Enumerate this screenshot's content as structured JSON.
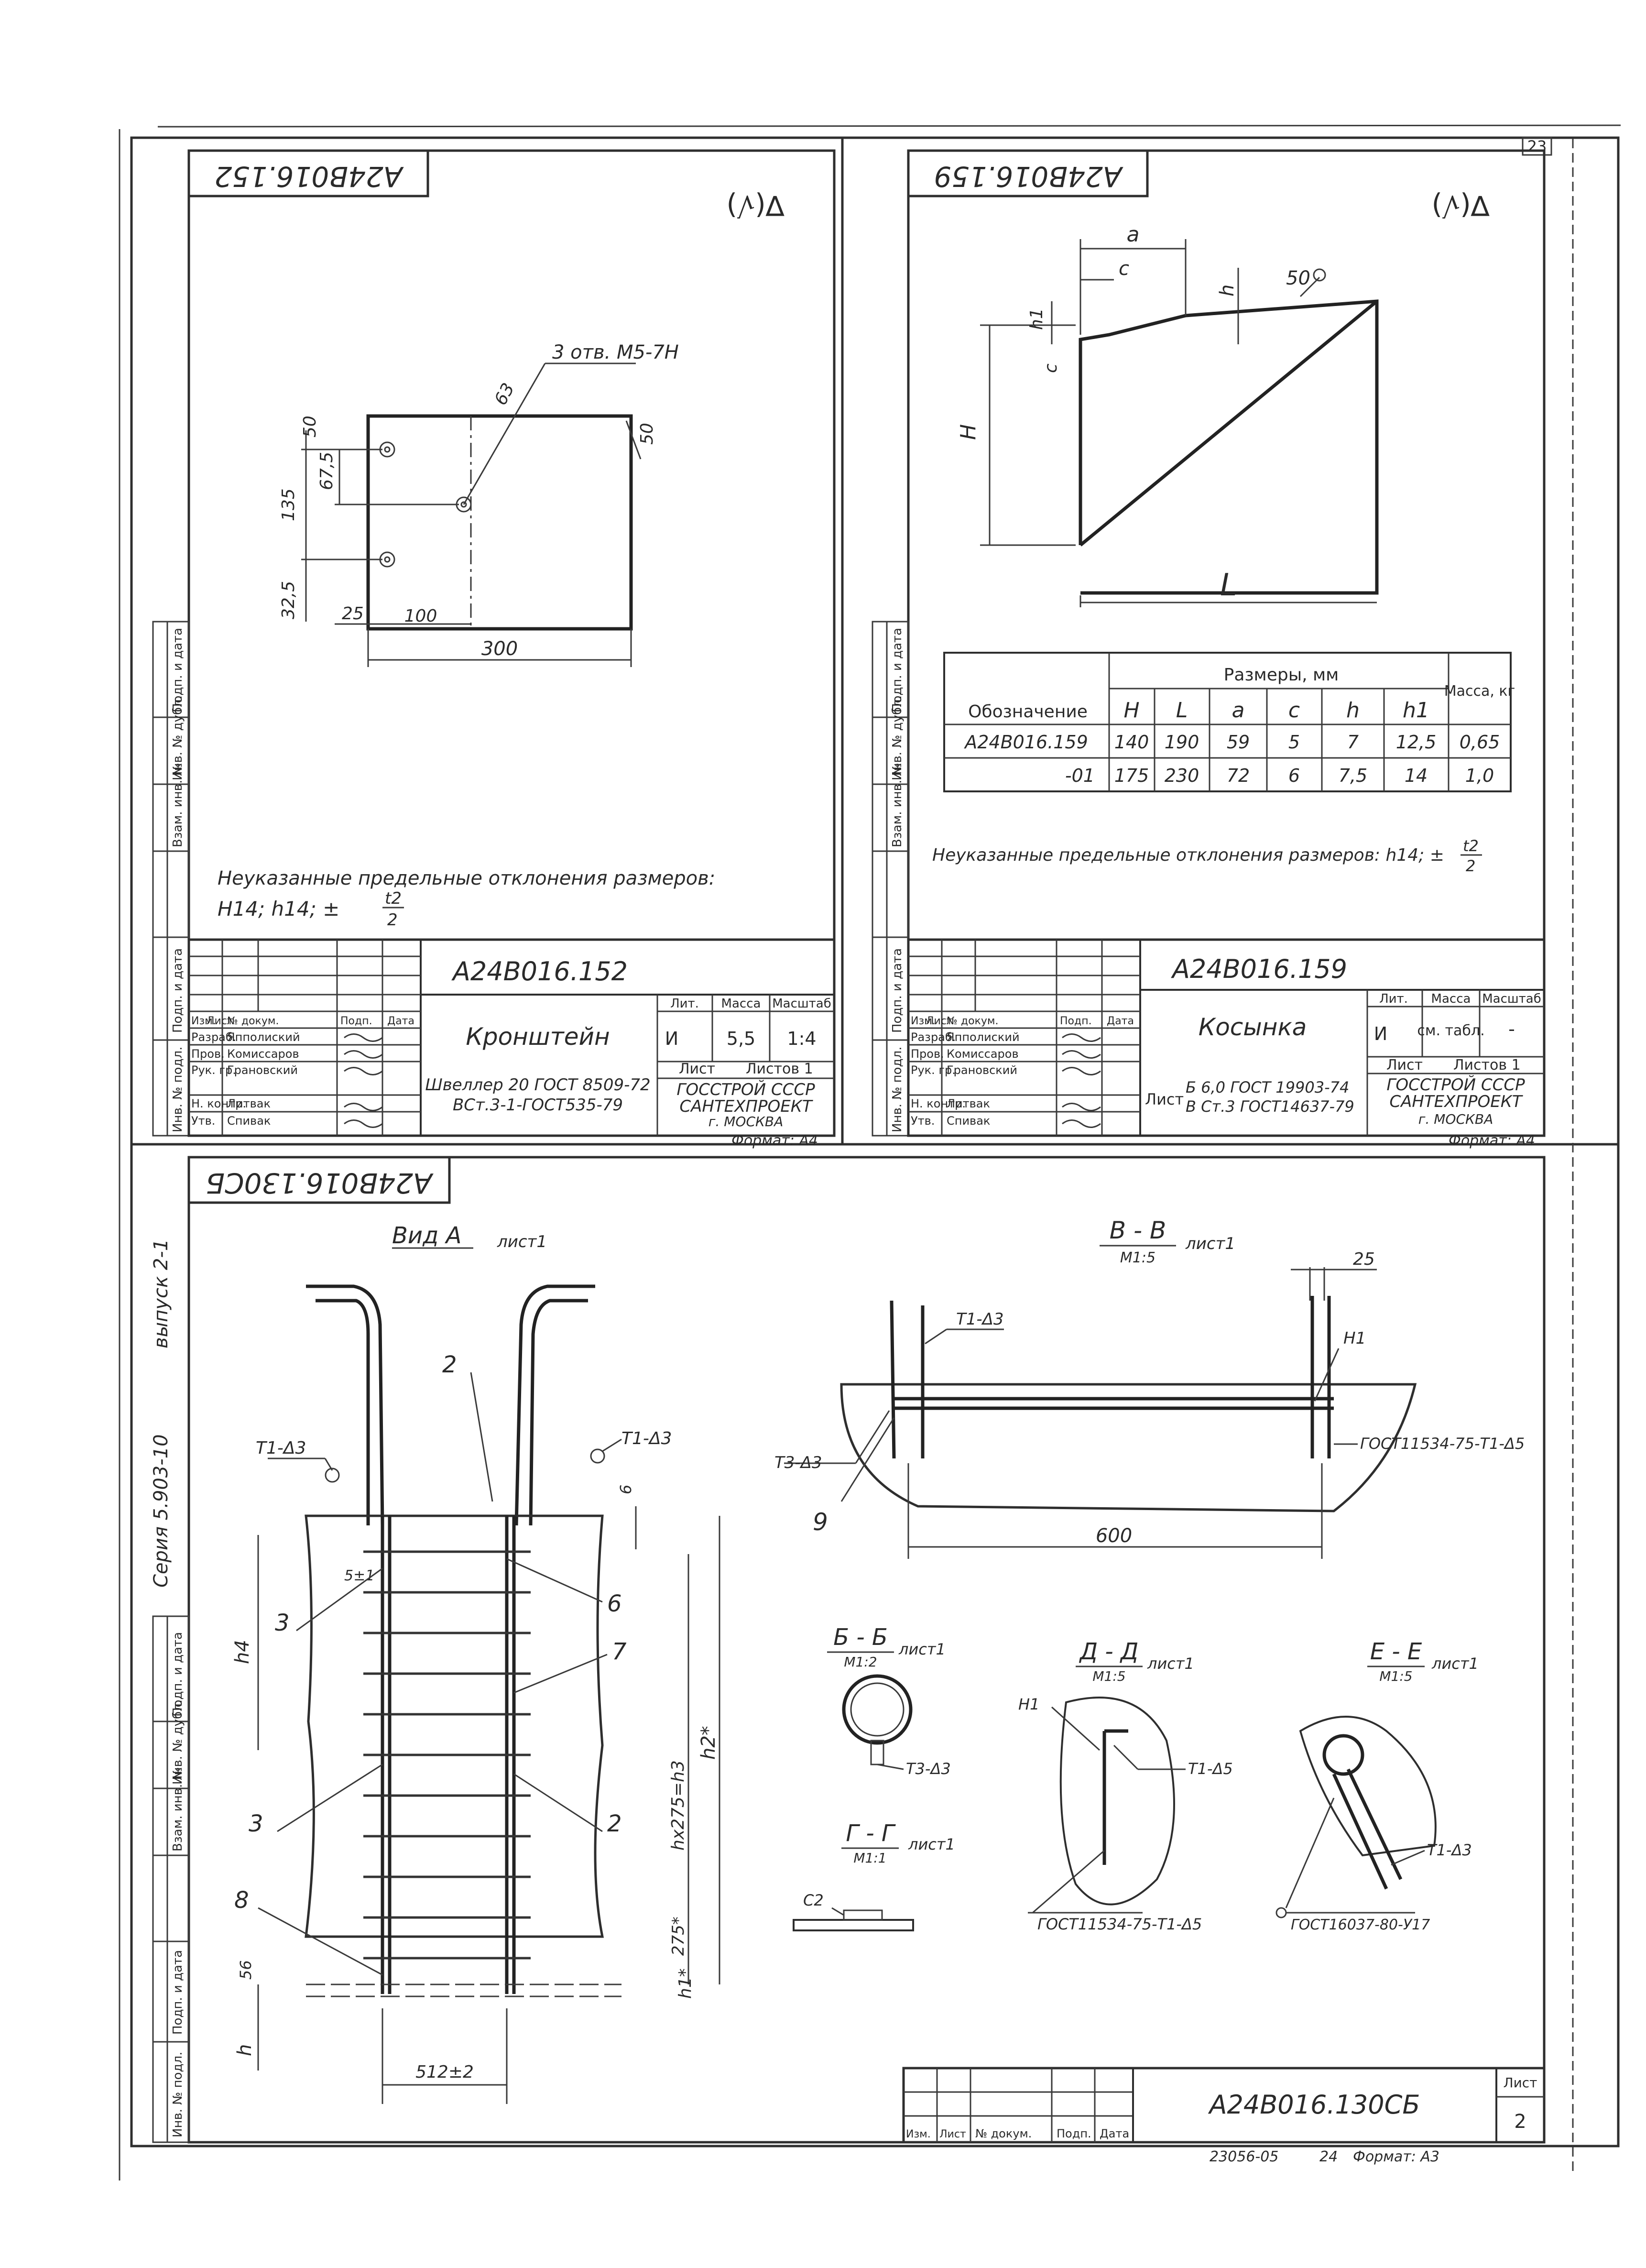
{
  "page_number": "23",
  "footer": {
    "archive_code": "23056-05",
    "sheet_index": "24",
    "format_bottom": "Формат: А3"
  },
  "panel_152": {
    "stamp": "А24В016.152",
    "roughness": "∇(√)",
    "hole_note": "3 отв. М5-7Н",
    "dims": {
      "d63": "63",
      "d50a": "50",
      "d50b": "50",
      "d675": "67,5",
      "d135": "135",
      "d325": "32,5",
      "d25": "25",
      "d100": "100",
      "d300": "300"
    },
    "note_line1": "Неуказанные предельные отклонения размеров:",
    "note_line2": "Н14; h14; ±",
    "note_frac_num": "t2",
    "note_frac_den": "2",
    "side_labels": [
      "Подп. и дата",
      "Инв. № дубл.",
      "Взам. инв. №",
      "Подп. и дата",
      "Инв. № подл."
    ],
    "tb": {
      "code": "А24В016.152",
      "name": "Кронштейн",
      "lit_h": "Лит.",
      "mass_h": "Масса",
      "scale_h": "Масштаб",
      "lit": "И",
      "mass": "5,5",
      "scale": "1:4",
      "material1": "Швеллер 20 ГОСТ 8509-72",
      "material2": "ВСт.3-1-ГОСТ535-79",
      "sheet": "Лист",
      "sheets": "Листов 1",
      "org1": "ГОССТРОЙ СССР",
      "org2": "САНТЕХПРОЕКТ",
      "org3": "г. МОСКВА",
      "format": "Формат: А4",
      "hdr": [
        "Изм.",
        "Лист",
        "№ докум.",
        "Подп.",
        "Дата"
      ],
      "rows": [
        [
          "Разраб.",
          "Япполиский"
        ],
        [
          "Пров.",
          "Комиссаров"
        ],
        [
          "Рук. гр.",
          "Грановский"
        ],
        [
          "Н. контр.",
          "Литвак"
        ],
        [
          "Утв.",
          "Спивак"
        ]
      ]
    }
  },
  "panel_159": {
    "stamp": "А24В016.159",
    "roughness": "∇(√)",
    "dims": {
      "a": "a",
      "c": "c",
      "h": "h",
      "h1": "h1",
      "c2": "c",
      "H": "H",
      "L": "L",
      "r50": "50"
    },
    "table": {
      "oboz_h": "Обозначение",
      "razm_h": "Размеры, мм",
      "massa_h": "Масса, кг",
      "cols": [
        "H",
        "L",
        "a",
        "c",
        "h",
        "h1"
      ],
      "rows": [
        [
          "А24В016.159",
          "140",
          "190",
          "59",
          "5",
          "7",
          "12,5",
          "0,65"
        ],
        [
          "-01",
          "175",
          "230",
          "72",
          "6",
          "7,5",
          "14",
          "1,0"
        ]
      ]
    },
    "note": "Неуказанные предельные отклонения размеров: h14; ±",
    "note_frac_num": "t2",
    "note_frac_den": "2",
    "side_labels": [
      "Подп. и дата",
      "Инв. № дубл.",
      "Взам. инв. №",
      "Подп. и дата",
      "Инв. № подл."
    ],
    "tb": {
      "code": "А24В016.159",
      "name": "Косынка",
      "lit_h": "Лит.",
      "mass_h": "Масса",
      "scale_h": "Масштаб",
      "lit": "И",
      "mass": "см. табл.",
      "scale": "-",
      "sheet": "Лист",
      "material1": "Б 6,0 ГОСТ 19903-74",
      "material2": "В Ст.3 ГОСТ14637-79",
      "sheets": "Листов 1",
      "org1": "ГОССТРОЙ СССР",
      "org2": "САНТЕХПРОЕКТ",
      "org3": "г. МОСКВА",
      "format": "Формат: А4",
      "hdr": [
        "Изм.",
        "Лист",
        "№ докум.",
        "Подп.",
        "Дата"
      ],
      "rows": [
        [
          "Разраб.",
          "Япполиский"
        ],
        [
          "Пров.",
          "Комиссаров"
        ],
        [
          "Рук. гр.",
          "Грановский"
        ],
        [
          "Н. контр.",
          "Литвак"
        ],
        [
          "Утв.",
          "Спивак"
        ]
      ]
    }
  },
  "panel_130": {
    "stamp": "А24В016.130СБ",
    "series_label": "Серия 5.903-10",
    "vypusk_label": "выпуск 2-1",
    "view_a": "Вид А",
    "view_a_sheet": "лист1",
    "callouts": {
      "n2a": "2",
      "n2b": "2",
      "n3a": "3",
      "n3b": "3",
      "n6": "6",
      "n7": "7",
      "n8": "8",
      "n9": "9"
    },
    "welds": {
      "w1": "Т1-Δ3",
      "w2": "Т1-Δ3",
      "w3": "Т1-Δ3",
      "w4": "Т3-Δ3",
      "w5": "Т3-Δ3",
      "w6": "Т1-Δ5",
      "w7": "Т1-Δ3",
      "h1a": "Н1",
      "h1b": "Н1",
      "c2": "С2"
    },
    "dims": {
      "d6": "6",
      "d51": "5±1",
      "h4": "h4",
      "h3": "hх275=h3",
      "h2": "h2*",
      "h1": "h1*",
      "d275": "275*",
      "d56": "56",
      "h": "h",
      "d512": "512±2",
      "d25": "25",
      "d600": "600"
    },
    "sections": {
      "bb": "В - В",
      "bb_scale": "М1:5",
      "bb_sheet": "лист1",
      "b": "Б - Б",
      "b_scale": "М1:2",
      "b_sheet": "лист1",
      "g": "Г - Г",
      "g_scale": "М1:1",
      "g_sheet": "лист1",
      "d": "Д - Д",
      "d_scale": "М1:5",
      "d_sheet": "лист1",
      "e": "Е - Е",
      "e_scale": "М1:5",
      "e_sheet": "лист1"
    },
    "gost_notes": {
      "g1": "ГОСТ11534-75-Т1-Δ5",
      "g2": "ГОСТ11534-75-Т1-Δ5",
      "g3": "ГОСТ16037-80-У17"
    },
    "side_labels": [
      "Подп. и дата",
      "Инв. № дубл.",
      "Взам. инв. №",
      "Подп. и дата",
      "Инв. № подл."
    ],
    "tb": {
      "code": "А24В016.130СБ",
      "sheet_h": "Лист",
      "sheet": "2",
      "hdr": [
        "Изм.",
        "Лист",
        "№ докум.",
        "Подп.",
        "Дата"
      ]
    }
  }
}
